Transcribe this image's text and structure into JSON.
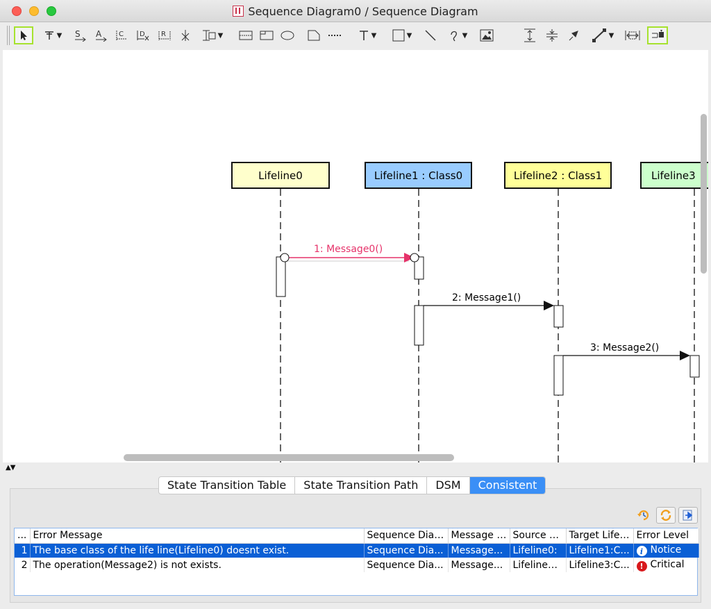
{
  "window": {
    "title": "Sequence Diagram0 / Sequence Diagram"
  },
  "toolbar": {
    "tools": [
      {
        "name": "select-tool-icon"
      },
      {
        "name": "note-tool-icon"
      },
      {
        "name": "sync-message-tool-icon"
      },
      {
        "name": "async-message-tool-icon"
      },
      {
        "name": "create-message-tool-icon"
      },
      {
        "name": "destroy-message-tool-icon"
      },
      {
        "name": "reply-message-tool-icon"
      },
      {
        "name": "stop-tool-icon"
      },
      {
        "name": "interaction-use-tool-icon"
      },
      {
        "name": "combined-fragment-tool-icon"
      },
      {
        "name": "state-invariant-tool-icon"
      },
      {
        "name": "gate-tool-icon"
      },
      {
        "name": "note-anchor-tool-icon"
      },
      {
        "name": "text-tool-icon"
      },
      {
        "name": "rectangle-tool-icon"
      },
      {
        "name": "line-tool-icon"
      },
      {
        "name": "freehand-tool-icon"
      },
      {
        "name": "image-tool-icon"
      },
      {
        "name": "expand-space-icon"
      },
      {
        "name": "shrink-space-icon"
      },
      {
        "name": "pin-icon"
      },
      {
        "name": "line-style-icon"
      },
      {
        "name": "fit-width-icon"
      },
      {
        "name": "auto-layout-icon"
      }
    ]
  },
  "diagram": {
    "lifelines": [
      {
        "label": "Lifeline0",
        "color": "#ffffcc"
      },
      {
        "label": "Lifeline1 : Class0",
        "color": "#99ccff"
      },
      {
        "label": "Lifeline2 : Class1",
        "color": "#ffff99"
      },
      {
        "label": "Lifeline3",
        "color": "#ccffcc"
      }
    ],
    "messages": [
      {
        "label": "1: Message0()",
        "color": "#e6336a",
        "highlighted": true
      },
      {
        "label": "2: Message1()",
        "color": "#000000"
      },
      {
        "label": "3: Message2()",
        "color": "#000000"
      }
    ]
  },
  "panel": {
    "tabs": [
      {
        "label": "State Transition Table"
      },
      {
        "label": "State Transition Path"
      },
      {
        "label": "DSM"
      },
      {
        "label": "Consistent",
        "active": true
      }
    ],
    "columns": [
      "...",
      "Error Message",
      "Sequence Diag...",
      "Message I...",
      "Source Li...",
      "Target Lifel...",
      "Error Level"
    ],
    "rows": [
      {
        "num": "1",
        "message": "The base class of the life line(Lifeline0) doesnt exist.",
        "diagram": "Sequence Dia...",
        "msg": "Message...",
        "source": "Lifeline0:",
        "target": "Lifeline1:C...",
        "level": "Notice",
        "level_icon": "info-icon"
      },
      {
        "num": "2",
        "message": "The operation(Message2) is not exists.",
        "diagram": "Sequence Dia...",
        "msg": "Message...",
        "source": "Lifeline2...",
        "target": "Lifeline3:C...",
        "level": "Critical",
        "level_icon": "critical-icon"
      }
    ]
  },
  "colors": {
    "accent": "#3a8ff6",
    "selection": "#0a5fd5",
    "highlight_message": "#e6336a"
  }
}
